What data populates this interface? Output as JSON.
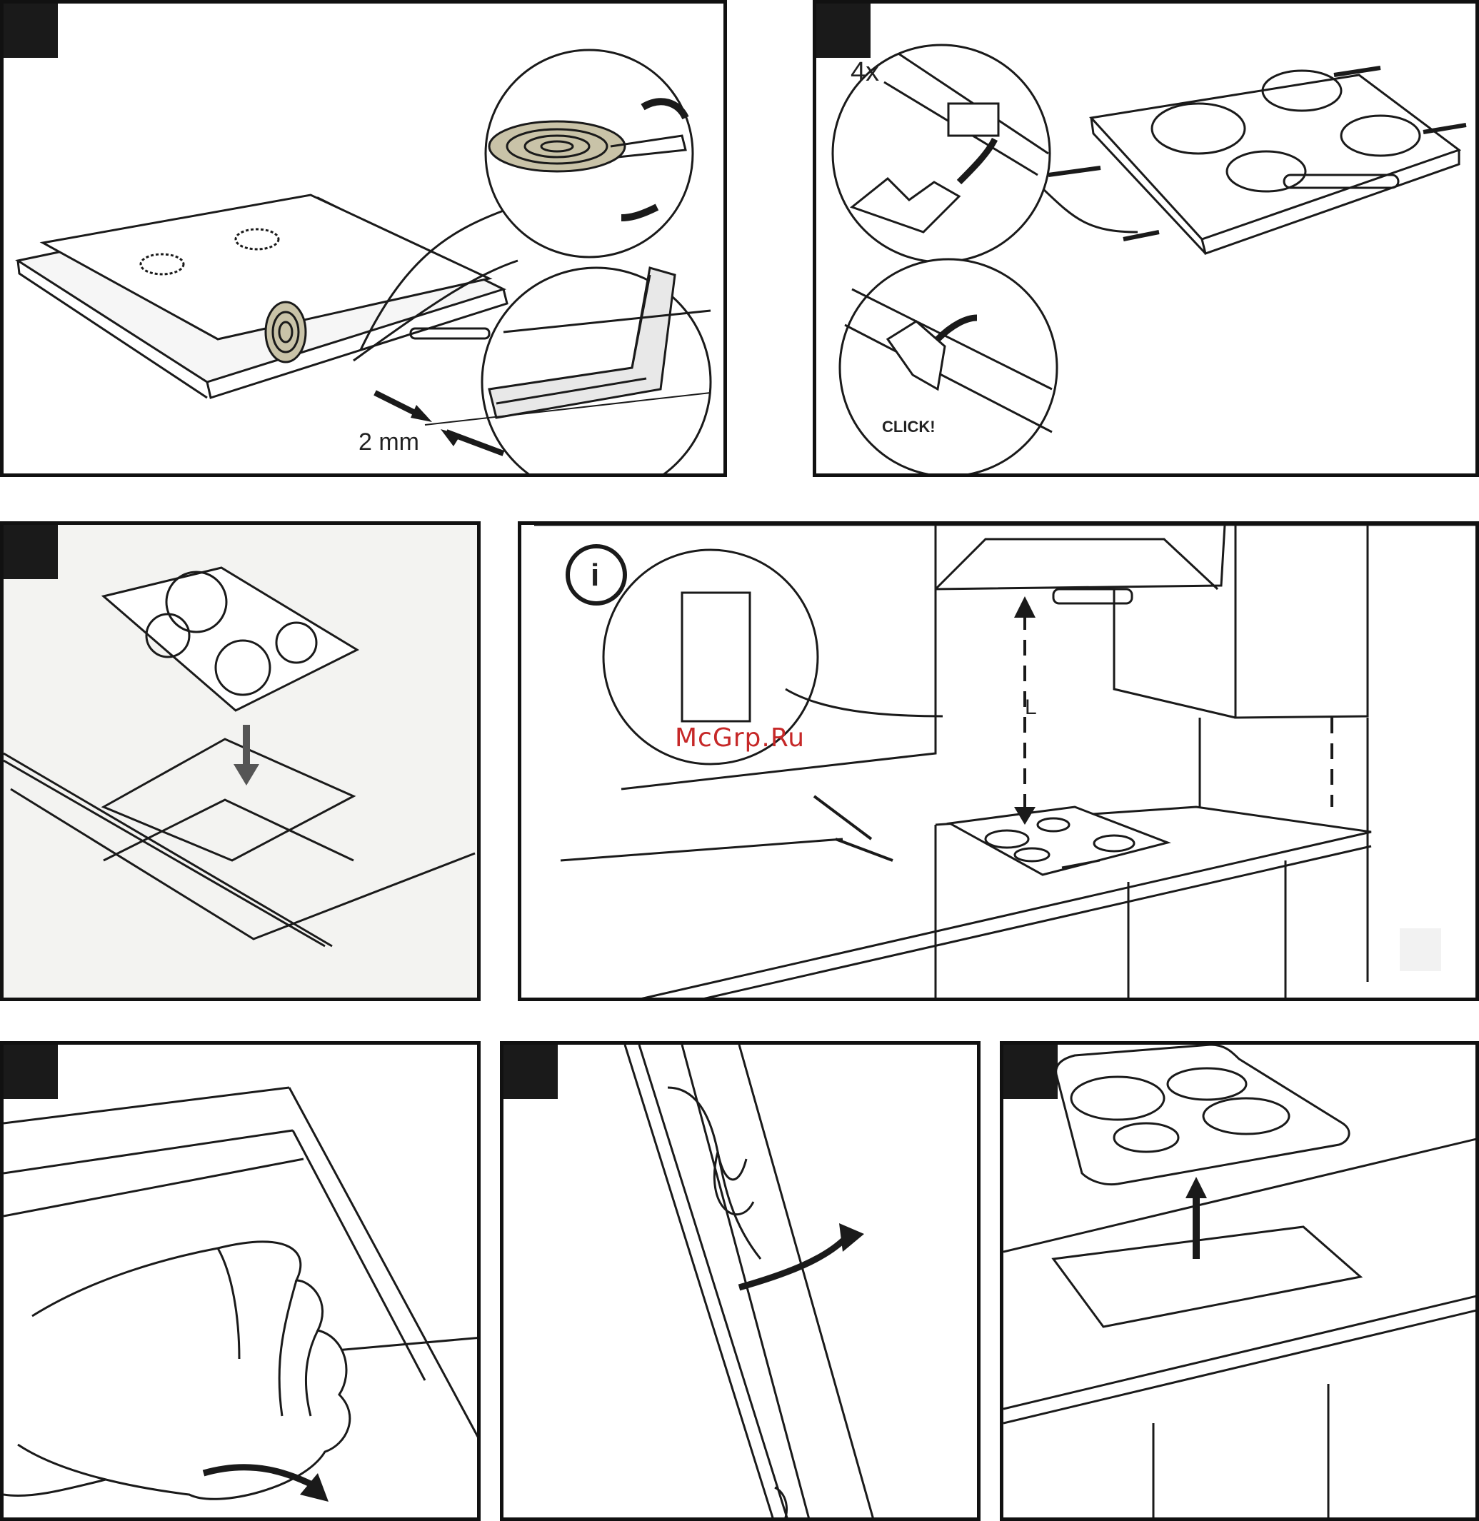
{
  "panel1": {
    "gap_label": "2 mm"
  },
  "panel2": {
    "count_label": "4x",
    "click_label": "CLICK!"
  },
  "panel4": {
    "info_symbol": "i",
    "distance_label": "L"
  },
  "watermark": {
    "text": "McGrp.Ru"
  },
  "colors": {
    "line": "#1a1a1a",
    "corner": "#1a1a1a",
    "watermark": "#c62828",
    "panel3_bg": "#f3f3f1"
  },
  "icons": [
    "tape-roll-icon",
    "clip-icon",
    "arrow-icon",
    "info-icon",
    "hood-icon",
    "hand-icon",
    "hob-icon"
  ]
}
